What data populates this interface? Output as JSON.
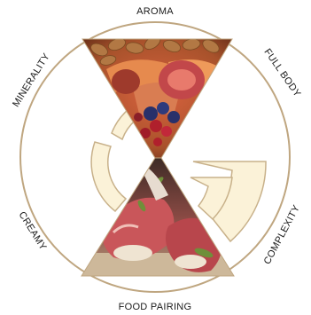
{
  "labels": {
    "aroma": "AROMA",
    "full_body": "FULL BODY",
    "complexity": "COMPLEXITY",
    "food_pairing": "FOOD PAIRING",
    "creamy": "CREAMY",
    "minerality": "MINERALITY"
  },
  "colors": {
    "ring": "#bfa680",
    "arc_fill": "#fbf2d8",
    "arc_stroke": "#c8b18a",
    "fruit_dark": "#5a1a14",
    "nut": "#b27844",
    "melon": "#e68a4e",
    "berry_red": "#b0202c",
    "berry_blue": "#28306a",
    "prosciutto": "#c9565a",
    "greens": "#6f8f3a",
    "paper": "#cdb89a"
  },
  "images": {
    "top_wedge": "fruit-and-nuts-photo",
    "bottom_wedge": "prosciutto-rolls-photo"
  }
}
